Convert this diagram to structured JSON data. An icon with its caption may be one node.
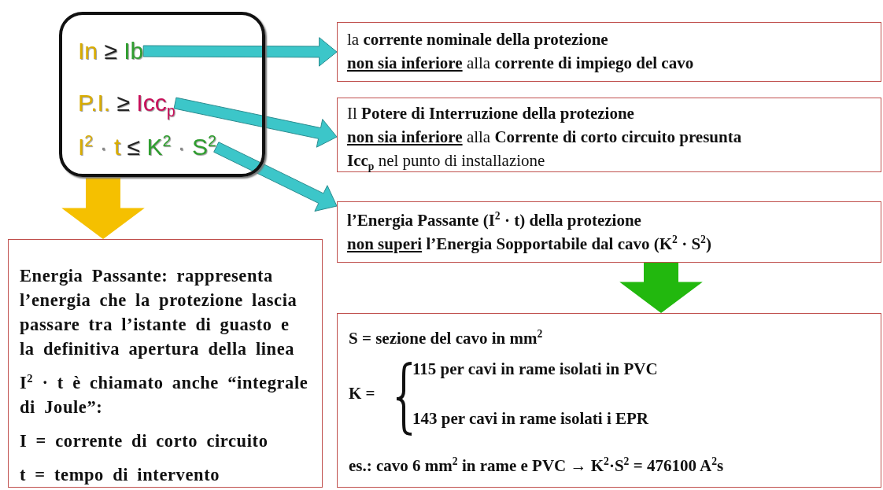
{
  "diagram": {
    "nodes": [
      {
        "text": [],
        "shape": "box"
      },
      {
        "text": [
          "In ≥ Ib"
        ],
        "in": 0
      },
      {
        "text": [
          "P.I. ≥ Icc$_{p}$"
        ],
        "in": 0
      },
      {
        "text": [
          "I$^{2}$ · t ≤ K$^{2}$ · S$^{2}$"
        ],
        "in": 0
      },
      {
        "text": [
          "la **corrente nominale della protezione**",
          "**non sia inferiore** alla **corrente di impiego del cavo**"
        ]
      },
      {
        "text": [
          "Il **Potere di Interruzione della protezione**",
          "**non sia inferiore** alla **Corrente di corto circuito presunta**",
          "**Icc$_{p}$** nel punto di installazione"
        ]
      },
      {
        "text": [
          "l’Energia Passante (I$^{2}$ · t) della protezione",
          "**non superi** l’Energia Sopportabile dal cavo (K$^{2}$ · S$^{2}$)"
        ]
      },
      {
        "text": [
          "Energia Passante: rappresenta l’energia che la protezione lascia passare tra l’istante di guasto e la definitiva apertura della linea",
          "I$^{2}$ · t è chiamato anche “integrale di Joule”:",
          "I = corrente di corto circuito",
          "t = tempo di intervento"
        ]
      },
      {
        "text": [
          "S = sezione del cavo in mm$^{2}$",
          "K =",
          "115 per cavi in rame isolati in PVC",
          "143 per cavi in rame isolati i EPR",
          "es.: cavo 6 mm$^{2}$ in rame e PVC → K$^{2}$·S$^{2}$ = 476100 A$^{2}$s"
        ]
      }
    ],
    "edges": [
      {
        "from": 1,
        "to": 4,
        "arrow": "to"
      },
      {
        "from": 2,
        "to": 5,
        "arrow": "to"
      },
      {
        "from": 3,
        "to": 6,
        "arrow": "to"
      },
      {
        "from": 0,
        "to": 7,
        "arrow": "to",
        "style": "thick",
        "color": "#f5c000"
      },
      {
        "from": 6,
        "to": 8,
        "arrow": "to",
        "style": "thick",
        "color": "#22b80e"
      }
    ]
  }
}
